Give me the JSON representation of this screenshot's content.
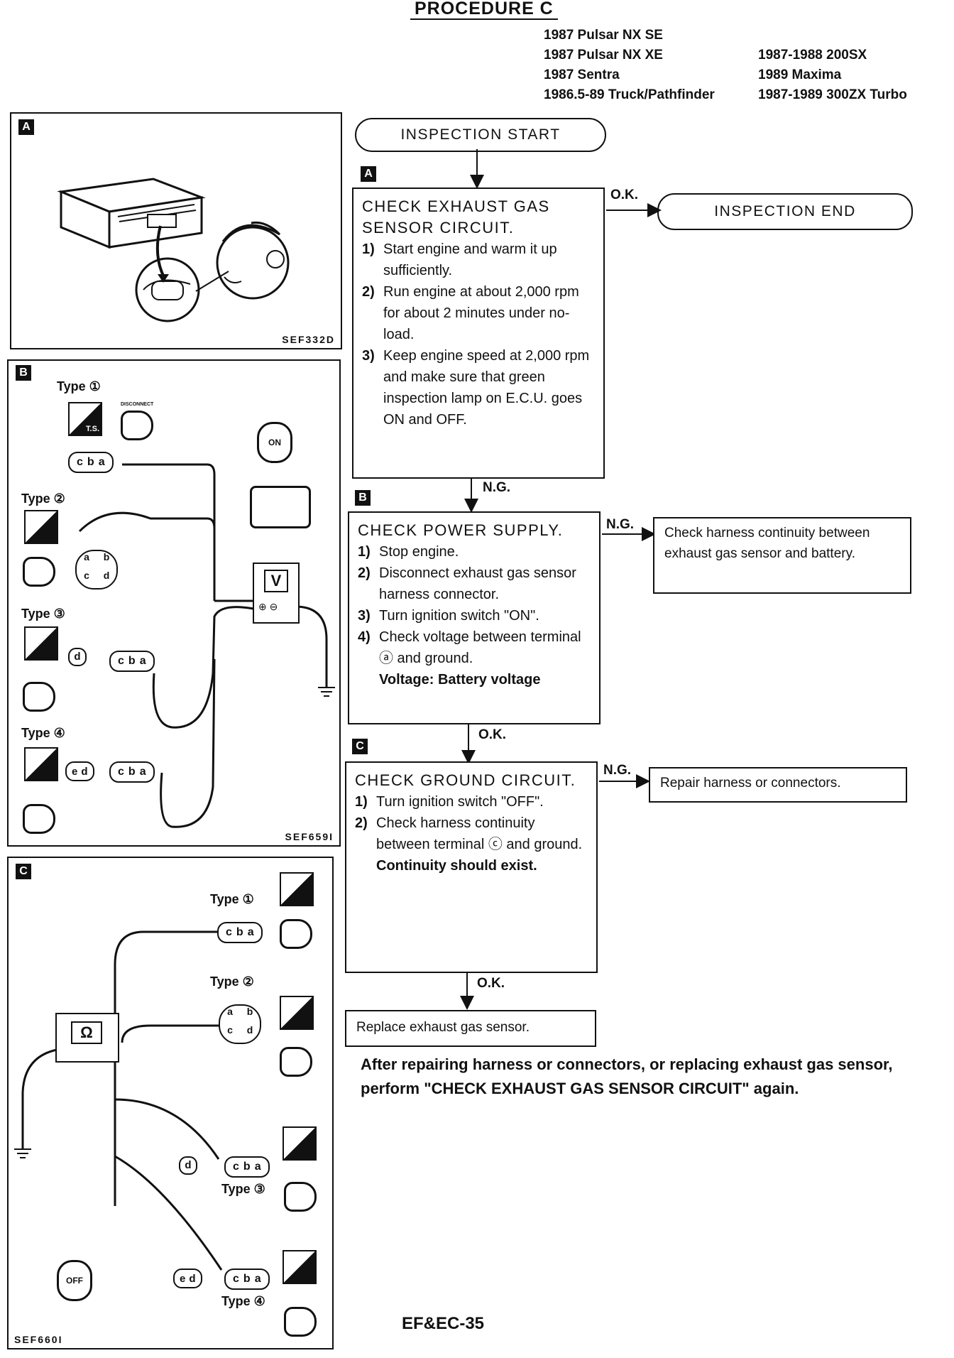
{
  "header": {
    "title": "PROCEDURE C",
    "models_left": [
      "1987 Pulsar NX SE",
      "1987 Pulsar NX XE",
      "1987 Sentra",
      "1986.5-89 Truck/Pathfinder"
    ],
    "models_right": [
      "1987-1988 200SX",
      "1989 Maxima",
      "1987-1989 300ZX Turbo"
    ]
  },
  "panels": {
    "a": {
      "tag": "A",
      "code": "SEF332D"
    },
    "b": {
      "tag": "B",
      "code": "SEF659I",
      "types": [
        "Type ①",
        "Type ②",
        "Type ③",
        "Type ④"
      ],
      "meter": "V",
      "ignition": "ON"
    },
    "c": {
      "tag": "C",
      "code": "SEF660I",
      "types": [
        "Type ①",
        "Type ②",
        "Type ③",
        "Type ④"
      ],
      "meter": "Ω",
      "ignition": "OFF"
    }
  },
  "connector_labels": {
    "cba": [
      "c",
      "b",
      "a"
    ],
    "abcd": [
      "a",
      "b",
      "c",
      "d"
    ],
    "d": "d",
    "ed": [
      "e",
      "d"
    ],
    "ts": "T.S.",
    "disconnect": "DISCONNECT"
  },
  "flow": {
    "start": "INSPECTION START",
    "end": "INSPECTION END",
    "ok": "O.K.",
    "ng": "N.G.",
    "step_a": {
      "tag": "A",
      "title_1": "CHECK EXHAUST GAS",
      "title_2": "SENSOR CIRCUIT.",
      "steps": [
        {
          "n": "1)",
          "text": "Start engine and warm it up sufficiently."
        },
        {
          "n": "2)",
          "text": "Run engine at about 2,000 rpm for about 2 minutes under no-load."
        },
        {
          "n": "3)",
          "text": "Keep engine speed at 2,000 rpm and make sure that green inspection lamp on E.C.U. goes ON and OFF."
        }
      ]
    },
    "step_b": {
      "tag": "B",
      "title": "CHECK POWER SUPPLY.",
      "steps": [
        {
          "n": "1)",
          "text": "Stop engine."
        },
        {
          "n": "2)",
          "text": "Disconnect exhaust gas sensor harness connector."
        },
        {
          "n": "3)",
          "text": "Turn ignition switch \"ON\"."
        },
        {
          "n": "4)",
          "text": "Check voltage between terminal ⓐ and ground."
        }
      ],
      "voltage": "Voltage: Battery voltage",
      "ng_action": "Check harness continuity between exhaust gas sensor and battery."
    },
    "step_c": {
      "tag": "C",
      "title": "CHECK GROUND CIRCUIT.",
      "steps": [
        {
          "n": "1)",
          "text": "Turn ignition switch \"OFF\"."
        },
        {
          "n": "2)",
          "text": "Check harness continuity between terminal ⓒ and ground."
        }
      ],
      "continuity": "Continuity should exist.",
      "ng_action": "Repair harness or connectors."
    },
    "final": "Replace exhaust gas sensor.",
    "note": "After repairing harness or connectors, or replacing exhaust gas sensor, perform \"CHECK EXHAUST GAS SENSOR CIRCUIT\" again."
  },
  "footer": {
    "page": "EF&EC-35"
  }
}
